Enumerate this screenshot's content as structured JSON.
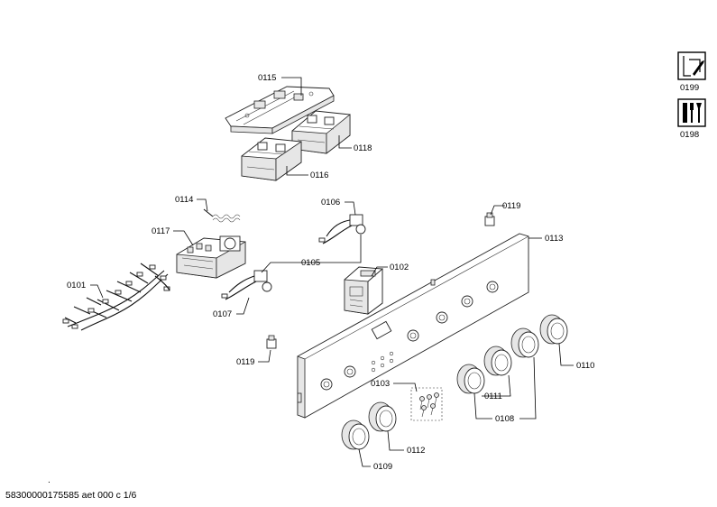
{
  "parts": {
    "p0101": "0101",
    "p0102": "0102",
    "p0103": "0103",
    "p0105": "0105",
    "p0106": "0106",
    "p0107": "0107",
    "p0108": "0108",
    "p0109": "0109",
    "p0110": "0110",
    "p0111": "0111",
    "p0112": "0112",
    "p0113": "0113",
    "p0114": "0114",
    "p0115": "0115",
    "p0116": "0116",
    "p0117": "0117",
    "p0118": "0118",
    "p0119a": "0119",
    "p0119b": "0119",
    "p0198": "0198",
    "p0199": "0199"
  },
  "icons": {
    "service_manual": "wrench-page-icon",
    "tools": "tools-icon"
  },
  "footer": {
    "dot": ".",
    "doc_id": "58300000175585 aet 000 c 1/6"
  }
}
